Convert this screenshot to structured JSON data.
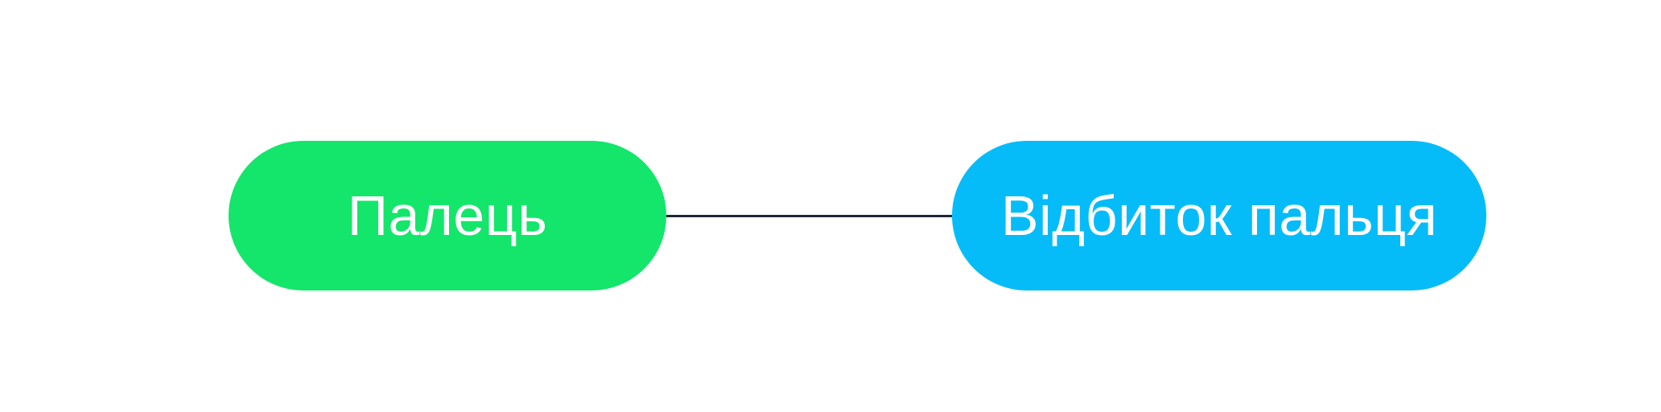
{
  "diagram": {
    "nodes": [
      {
        "label": "Палець",
        "color": "#13e66a"
      },
      {
        "label": "Відбиток пальця",
        "color": "#06bcf8"
      }
    ],
    "edges": [
      {
        "from": 0,
        "to": 1,
        "color": "#1f2638"
      }
    ]
  }
}
